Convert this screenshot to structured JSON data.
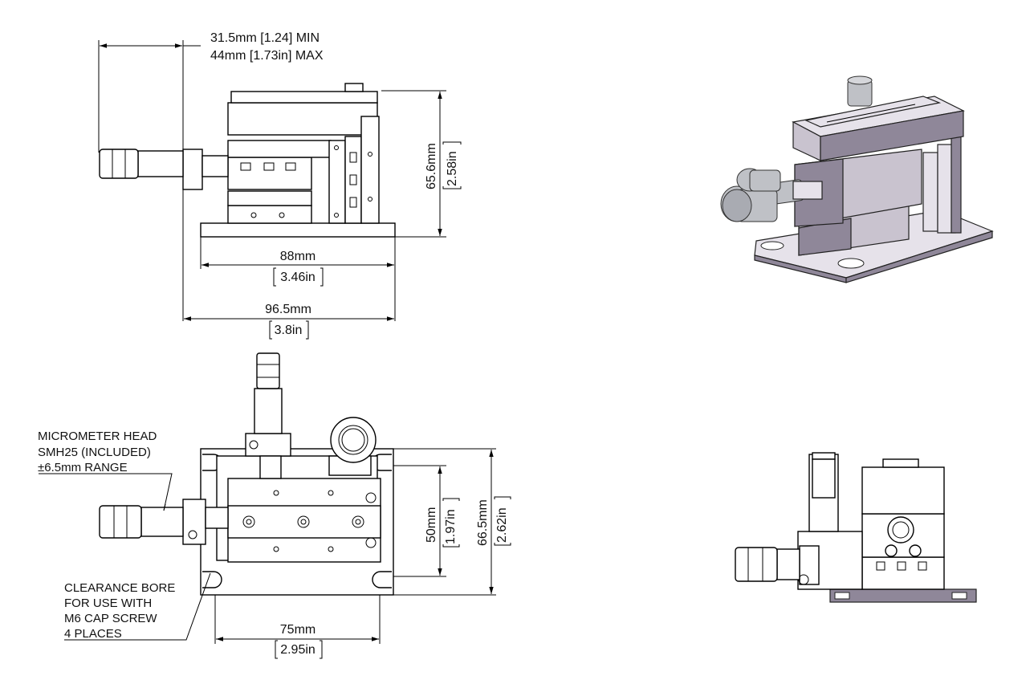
{
  "side_view": {
    "travel_dim_line1": "31.5mm [1.24] MIN",
    "travel_dim_line2": "44mm [1.73in] MAX",
    "height_mm": "65.6mm",
    "height_in": "2.58in",
    "base_width_mm": "88mm",
    "base_width_in": "3.46in",
    "overall_width_mm": "96.5mm",
    "overall_width_in": "3.8in"
  },
  "top_view": {
    "micrometer_note": [
      "MICROMETER HEAD",
      "SMH25 (INCLUDED)",
      "±6.5mm RANGE"
    ],
    "bore_note": [
      "CLEARANCE BORE",
      "FOR USE WITH",
      "M6 CAP SCREW",
      "4 PLACES"
    ],
    "inner_height_mm": "50mm",
    "inner_height_in": "1.97in",
    "outer_height_mm": "66.5mm",
    "outer_height_in": "2.62in",
    "hole_spacing_mm": "75mm",
    "hole_spacing_in": "2.95in"
  },
  "colors": {
    "render_body": "#c9c3cf",
    "render_shadow": "#8f8799",
    "render_knob": "#bfc1c6"
  }
}
